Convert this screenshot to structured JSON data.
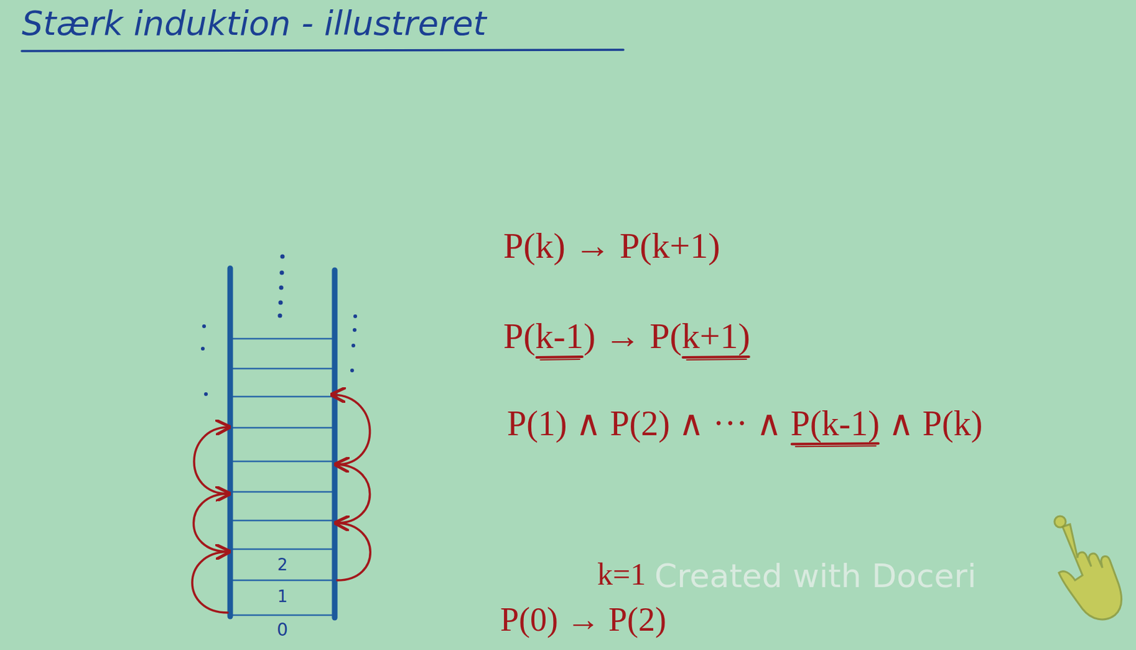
{
  "diagram": {
    "title": "Stærk induktion - illustreret",
    "labels": [
      "2",
      "1",
      "0",
      "P(k) → P(k+1)",
      "P(k-1) → P(k+1)",
      "P(1) ∧ P(2) ∧ ··· ∧ P(k-1) ∧ P(k)",
      "k=1",
      "P(0) → P(2)",
      "Created with Doceri"
    ]
  }
}
